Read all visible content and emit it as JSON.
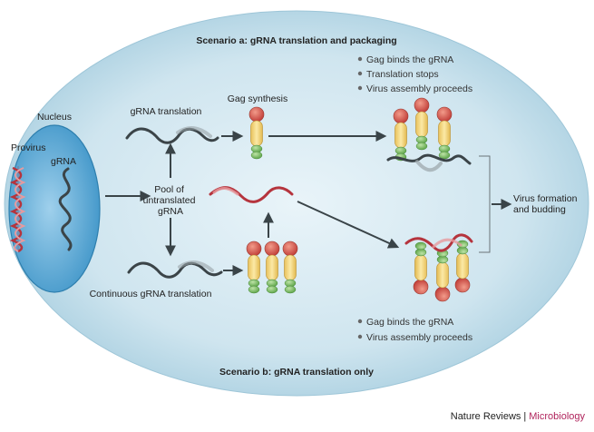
{
  "diagram": {
    "scenario_a_title": "Scenario a: gRNA translation and packaging",
    "scenario_b_title": "Scenario b: gRNA translation only",
    "nucleus_label": "Nucleus",
    "provirus_label": "Provirus",
    "grna_label": "gRNA",
    "grna_translation_label": "gRNA translation",
    "gag_synthesis_label": "Gag synthesis",
    "pool_label_lines": [
      "Pool of",
      "untranslated",
      "gRNA"
    ],
    "continuous_label": "Continuous gRNA translation",
    "virus_formation_lines": [
      "Virus formation",
      "and budding"
    ],
    "scenario_a_bullets": [
      "Gag binds the gRNA",
      "Translation stops",
      "Virus assembly proceeds"
    ],
    "scenario_b_bullets": [
      "Gag binds the gRNA",
      "Virus assembly proceeds"
    ]
  },
  "footer": {
    "journal": "Nature Reviews",
    "separator": "|",
    "section": "Microbiology"
  },
  "colors": {
    "cell_fill": "#bcdbe9",
    "nucleus_fill": "#5aa9d6",
    "gag_top": "#d9574e",
    "gag_body": "#f3d77a",
    "gag_bottom": "#74b85f",
    "grna_dark": "#3b4448",
    "grna_red": "#b5343d",
    "footer_accent": "#b0245c"
  }
}
